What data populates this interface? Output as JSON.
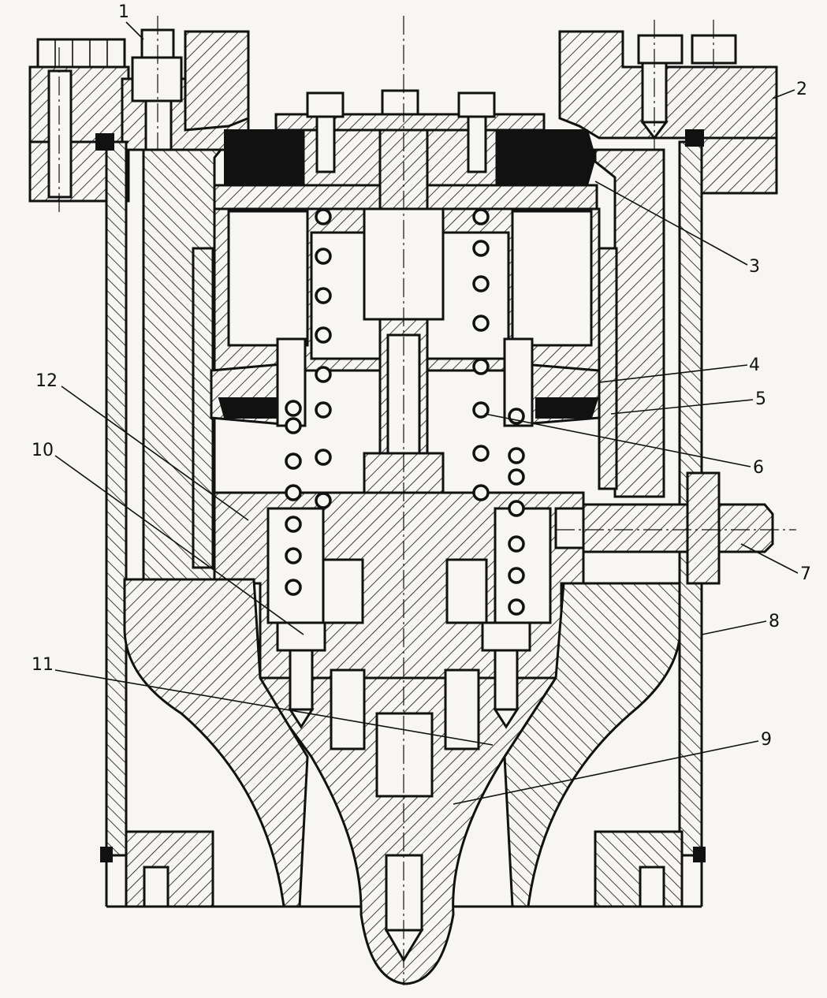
{
  "callouts": [
    {
      "label": "1"
    },
    {
      "label": "2"
    },
    {
      "label": "3"
    },
    {
      "label": "4"
    },
    {
      "label": "5"
    },
    {
      "label": "6"
    },
    {
      "label": "7"
    },
    {
      "label": "8"
    },
    {
      "label": "9"
    },
    {
      "label": "10"
    },
    {
      "label": "11"
    },
    {
      "label": "12"
    }
  ]
}
